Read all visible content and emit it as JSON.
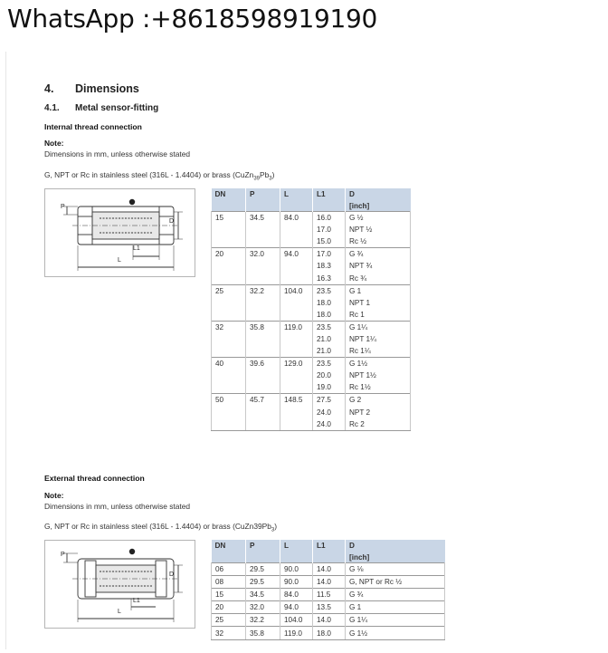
{
  "watermark": "WhatsApp :+8618598919190",
  "section": {
    "number": "4.",
    "title": "Dimensions"
  },
  "subsection": {
    "number": "4.1.",
    "title": "Metal sensor-fitting"
  },
  "internal": {
    "heading": "Internal thread connection",
    "note_label": "Note:",
    "note_text": "Dimensions in mm, unless otherwise stated",
    "material_prefix": "G, NPT or Rc in stainless steel (316L - 1.4404) or brass (CuZn",
    "material_sub1": "39",
    "material_mid": "Pb",
    "material_sub2": "3",
    "material_suffix": ")",
    "drawing": {
      "label_p": "P",
      "label_d": "D",
      "label_l1": "L1",
      "label_l": "L"
    },
    "headers": [
      "DN",
      "P",
      "L",
      "L1",
      "D"
    ],
    "unit_label": "[inch]",
    "rows": [
      [
        "15",
        "34.5",
        "84.0",
        "16.0",
        "G ½"
      ],
      [
        "",
        "",
        "",
        "17.0",
        "NPT ½"
      ],
      [
        "",
        "",
        "",
        "15.0",
        "Rc ½"
      ],
      [
        "20",
        "32.0",
        "94.0",
        "17.0",
        "G ¾"
      ],
      [
        "",
        "",
        "",
        "18.3",
        "NPT ¾"
      ],
      [
        "",
        "",
        "",
        "16.3",
        "Rc ¾"
      ],
      [
        "25",
        "32.2",
        "104.0",
        "23.5",
        "G 1"
      ],
      [
        "",
        "",
        "",
        "18.0",
        "NPT 1"
      ],
      [
        "",
        "",
        "",
        "18.0",
        "Rc 1"
      ],
      [
        "32",
        "35.8",
        "119.0",
        "23.5",
        "G 1¼"
      ],
      [
        "",
        "",
        "",
        "21.0",
        "NPT 1¼"
      ],
      [
        "",
        "",
        "",
        "21.0",
        "Rc 1¼"
      ],
      [
        "40",
        "39.6",
        "129.0",
        "23.5",
        "G 1½"
      ],
      [
        "",
        "",
        "",
        "20.0",
        "NPT 1½"
      ],
      [
        "",
        "",
        "",
        "19.0",
        "Rc 1½"
      ],
      [
        "50",
        "45.7",
        "148.5",
        "27.5",
        "G 2"
      ],
      [
        "",
        "",
        "",
        "24.0",
        "NPT 2"
      ],
      [
        "",
        "",
        "",
        "24.0",
        "Rc 2"
      ]
    ]
  },
  "external": {
    "heading": "External thread connection",
    "note_label": "Note:",
    "note_text": "Dimensions in mm, unless otherwise stated",
    "material_prefix": "G, NPT or Rc in stainless steel (316L - 1.4404) or brass (CuZn",
    "material_sub1": "",
    "material_mid": "39Pb",
    "material_sub2": "3",
    "material_suffix": ")",
    "drawing": {
      "label_p": "P",
      "label_d": "D",
      "label_l1": "L1",
      "label_l": "L"
    },
    "headers": [
      "DN",
      "P",
      "L",
      "L1",
      "D"
    ],
    "unit_label": "[inch]",
    "rows": [
      [
        "06",
        "29.5",
        "90.0",
        "14.0",
        "G ⅛"
      ],
      [
        "08",
        "29.5",
        "90.0",
        "14.0",
        "G, NPT or Rc ½"
      ],
      [
        "15",
        "34.5",
        "84.0",
        "11.5",
        "G ¾"
      ],
      [
        "20",
        "32.0",
        "94.0",
        "13.5",
        "G 1"
      ],
      [
        "25",
        "32.2",
        "104.0",
        "14.0",
        "G 1¼"
      ],
      [
        "32",
        "35.8",
        "119.0",
        "18.0",
        "G 1½"
      ]
    ]
  }
}
